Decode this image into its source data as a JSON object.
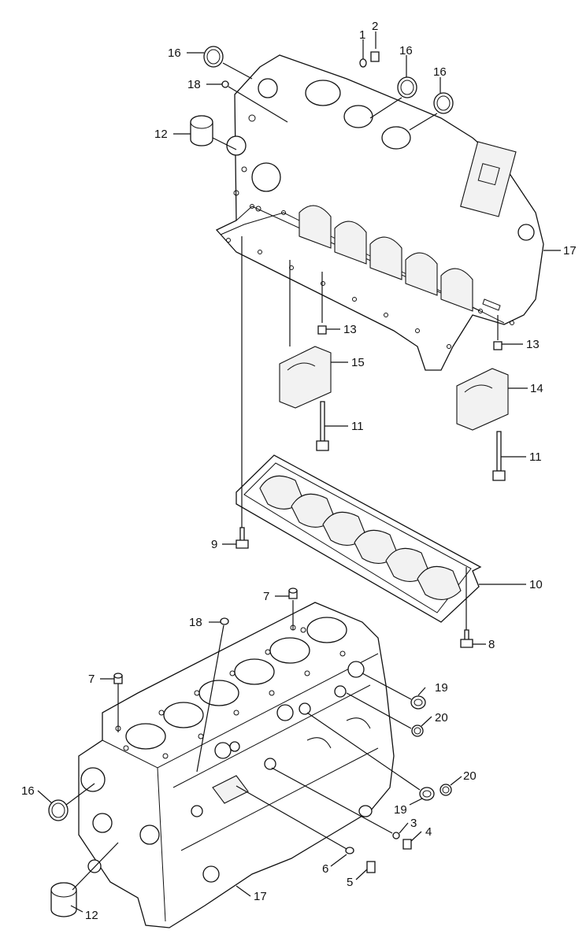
{
  "colors": {
    "line": "#111111",
    "background": "#ffffff"
  },
  "callouts": [
    {
      "n": "1"
    },
    {
      "n": "2"
    },
    {
      "n": "16"
    },
    {
      "n": "16"
    },
    {
      "n": "16"
    },
    {
      "n": "18"
    },
    {
      "n": "12"
    },
    {
      "n": "17"
    },
    {
      "n": "13"
    },
    {
      "n": "13"
    },
    {
      "n": "15"
    },
    {
      "n": "14"
    },
    {
      "n": "11"
    },
    {
      "n": "11"
    },
    {
      "n": "9"
    },
    {
      "n": "10"
    },
    {
      "n": "7"
    },
    {
      "n": "18"
    },
    {
      "n": "8"
    },
    {
      "n": "7"
    },
    {
      "n": "19"
    },
    {
      "n": "20"
    },
    {
      "n": "20"
    },
    {
      "n": "19"
    },
    {
      "n": "16"
    },
    {
      "n": "3"
    },
    {
      "n": "4"
    },
    {
      "n": "6"
    },
    {
      "n": "5"
    },
    {
      "n": "17"
    },
    {
      "n": "12"
    }
  ]
}
